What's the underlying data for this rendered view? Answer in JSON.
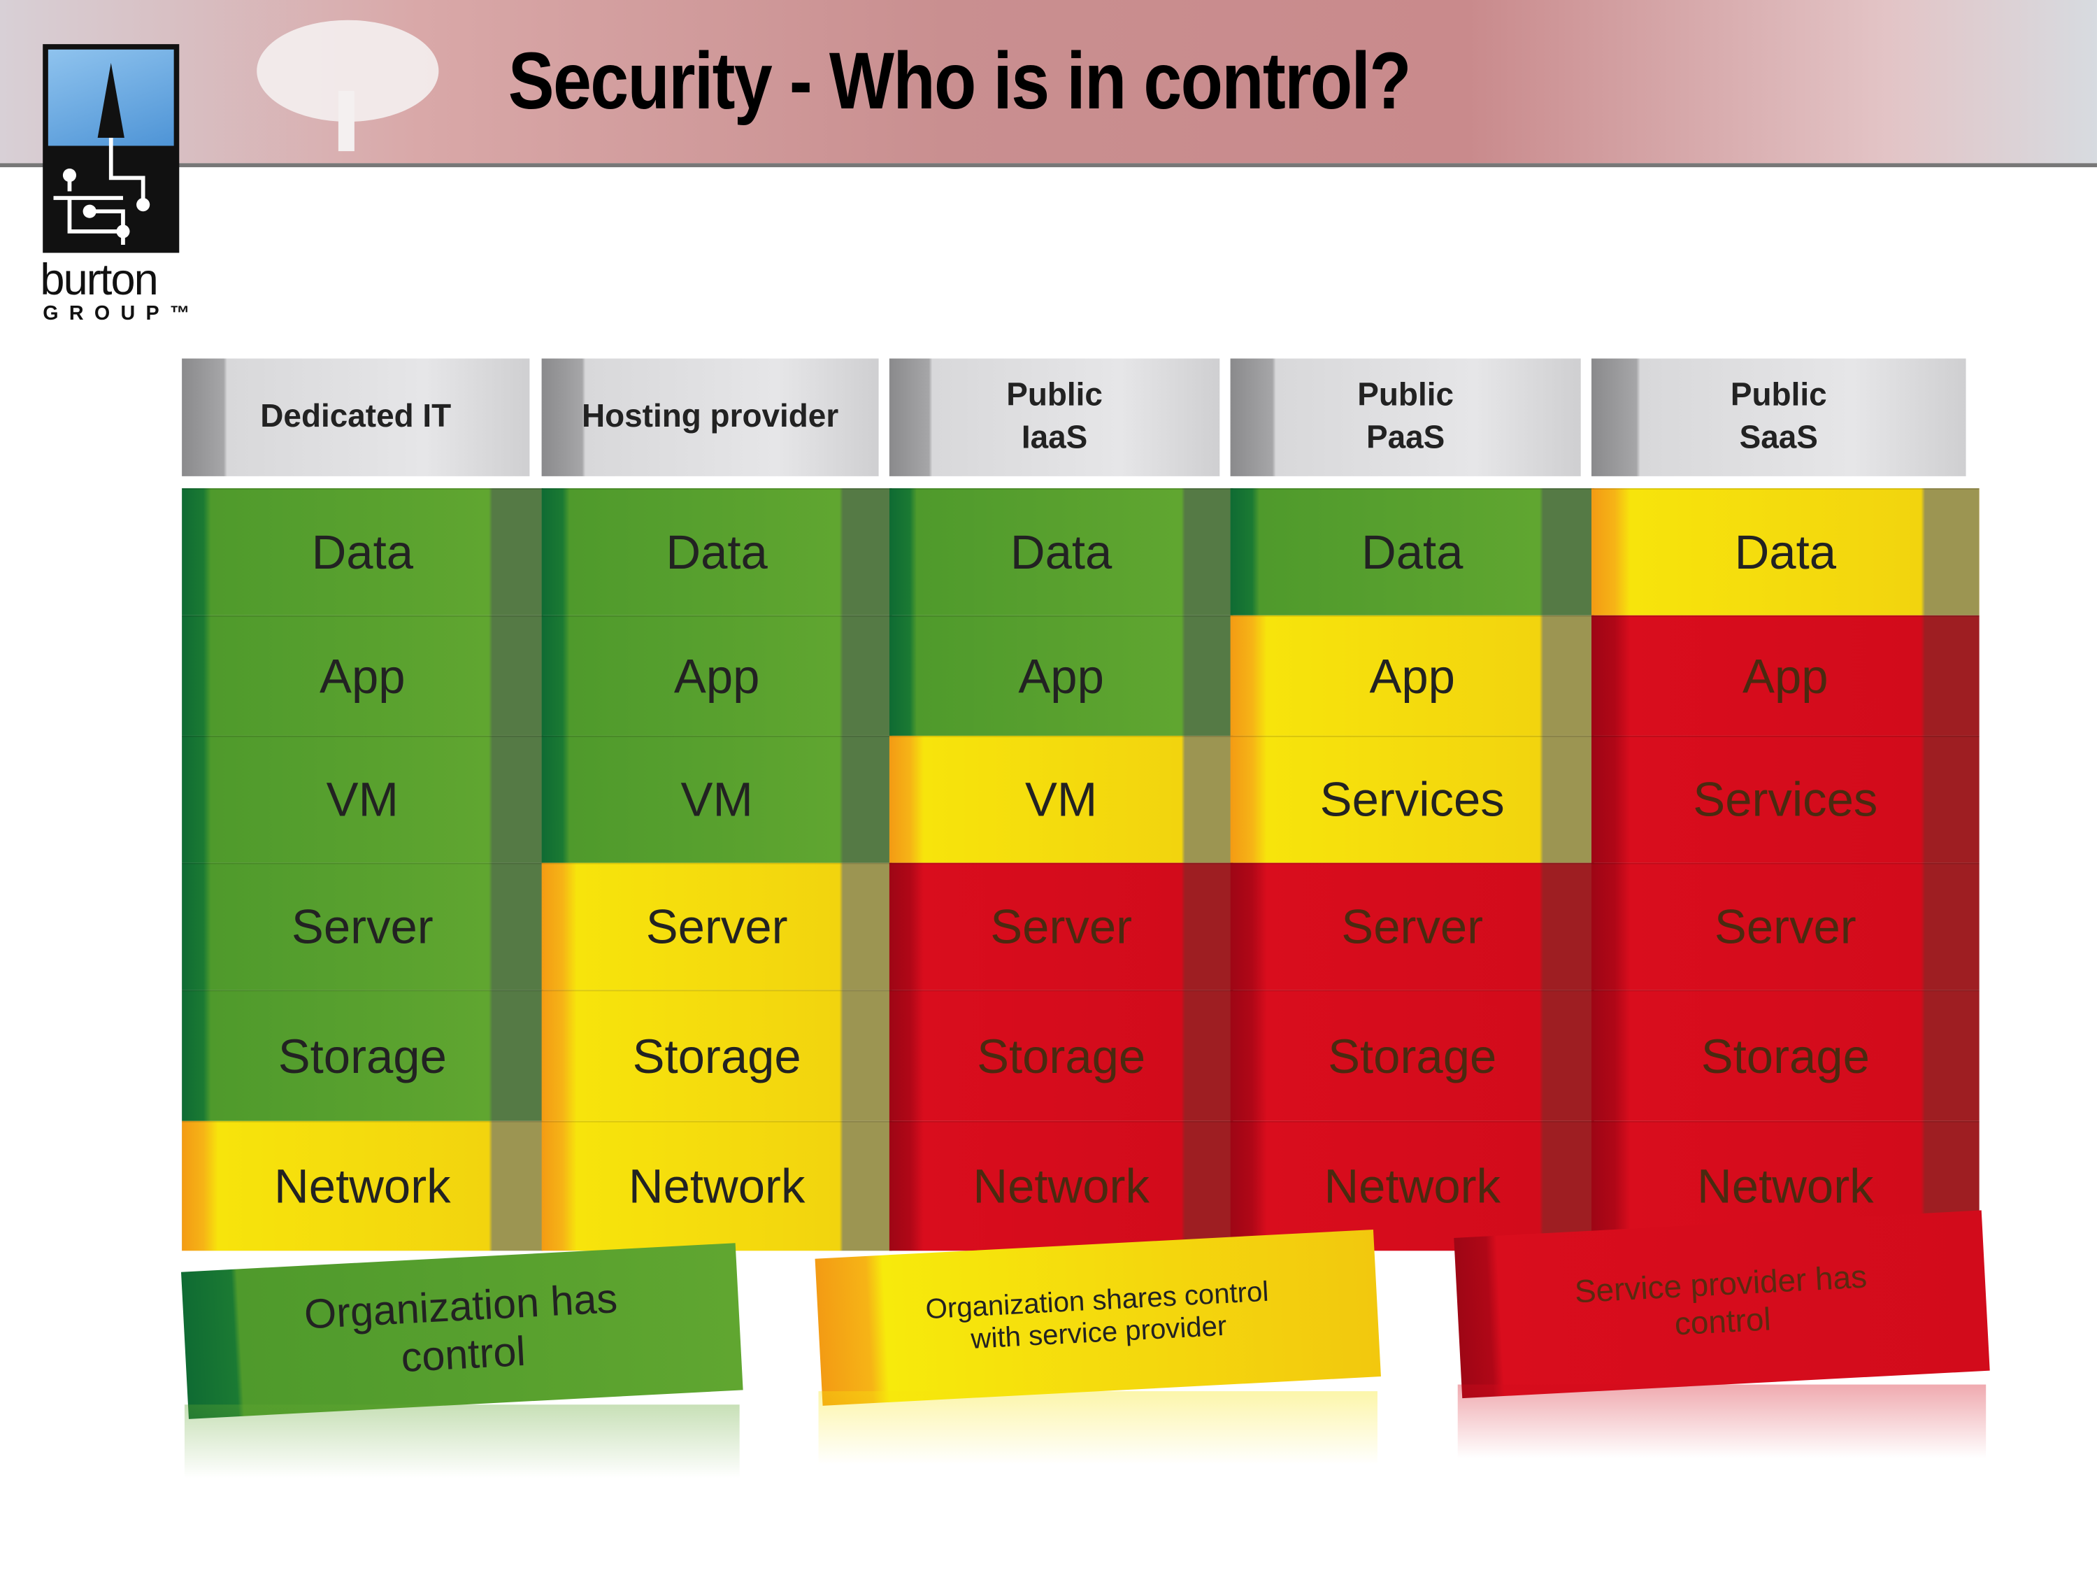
{
  "title": "Security - Who is in control?",
  "logo": {
    "name": "burton",
    "sub": "GROUP™"
  },
  "colors": {
    "G": "#60a630",
    "Y": "#f7e40c",
    "R": "#d20b1b"
  },
  "columns": [
    {
      "header": "Dedicated IT",
      "layers": [
        {
          "label": "Data",
          "control": "G"
        },
        {
          "label": "App",
          "control": "G"
        },
        {
          "label": "VM",
          "control": "G"
        },
        {
          "label": "Server",
          "control": "G"
        },
        {
          "label": "Storage",
          "control": "G"
        },
        {
          "label": "Network",
          "control": "Y"
        }
      ]
    },
    {
      "header": "Hosting provider",
      "layers": [
        {
          "label": "Data",
          "control": "G"
        },
        {
          "label": "App",
          "control": "G"
        },
        {
          "label": "VM",
          "control": "G"
        },
        {
          "label": "Server",
          "control": "Y"
        },
        {
          "label": "Storage",
          "control": "Y"
        },
        {
          "label": "Network",
          "control": "Y"
        }
      ]
    },
    {
      "header": "Public\nIaaS",
      "layers": [
        {
          "label": "Data",
          "control": "G"
        },
        {
          "label": "App",
          "control": "G"
        },
        {
          "label": "VM",
          "control": "Y"
        },
        {
          "label": "Server",
          "control": "R"
        },
        {
          "label": "Storage",
          "control": "R"
        },
        {
          "label": "Network",
          "control": "R"
        }
      ]
    },
    {
      "header": "Public\nPaaS",
      "layers": [
        {
          "label": "Data",
          "control": "G"
        },
        {
          "label": "App",
          "control": "Y"
        },
        {
          "label": "Services",
          "control": "Y"
        },
        {
          "label": "Server",
          "control": "R"
        },
        {
          "label": "Storage",
          "control": "R"
        },
        {
          "label": "Network",
          "control": "R"
        }
      ]
    },
    {
      "header": "Public\nSaaS",
      "layers": [
        {
          "label": "Data",
          "control": "Y"
        },
        {
          "label": "App",
          "control": "R"
        },
        {
          "label": "Services",
          "control": "R"
        },
        {
          "label": "Server",
          "control": "R"
        },
        {
          "label": "Storage",
          "control": "R"
        },
        {
          "label": "Network",
          "control": "R"
        }
      ]
    }
  ],
  "legend": [
    {
      "label": "Organization has\ncontrol",
      "control": "G"
    },
    {
      "label": "Organization shares control\nwith service provider",
      "control": "Y"
    },
    {
      "label": "Service provider has\ncontrol",
      "control": "R"
    }
  ]
}
